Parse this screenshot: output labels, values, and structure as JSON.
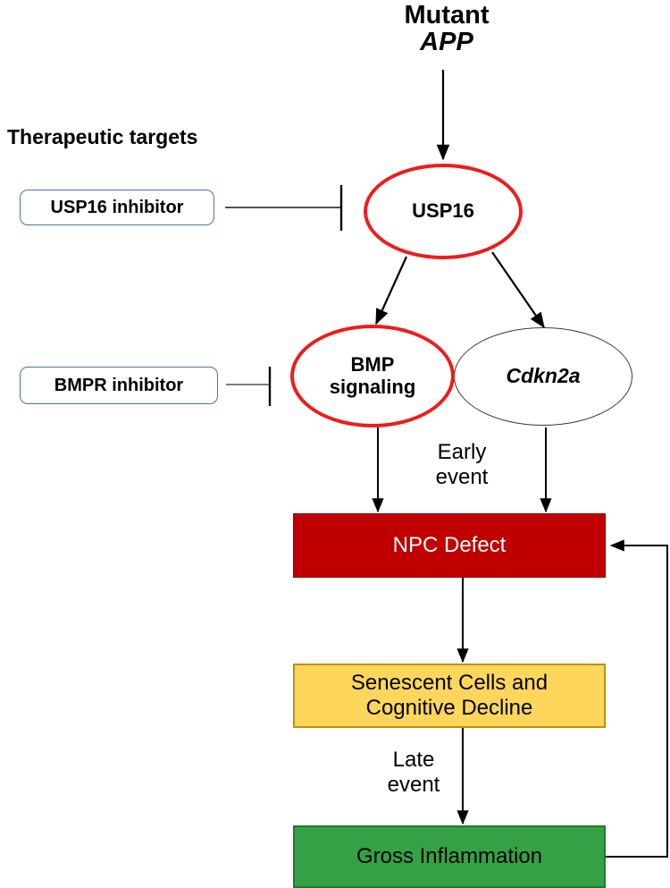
{
  "diagram": {
    "title_line1": "Mutant",
    "title_line2": "APP",
    "section_label": "Therapeutic targets",
    "colors": {
      "inhibitor_border": "#4a72a8",
      "highlight_ellipse": "#ee1c1c",
      "npc_defect_fill": "#C00000",
      "senescent_fill": "#FFD65C",
      "inflammation_fill": "#34A244",
      "arrow": "#000000"
    },
    "therapeutic_targets": [
      {
        "label": "USP16 inhibitor",
        "inhibits": "USP16"
      },
      {
        "label": "BMPR inhibitor",
        "inhibits": "BMP signaling"
      }
    ],
    "nodes": {
      "usp16": {
        "label": "USP16",
        "shape": "ellipse",
        "highlighted": true
      },
      "bmp": {
        "label_line1": "BMP",
        "label_line2": "signaling",
        "shape": "ellipse",
        "highlighted": true
      },
      "cdkn2a": {
        "label": "Cdkn2a",
        "shape": "ellipse",
        "highlighted": false
      },
      "npc_defect": {
        "label": "NPC Defect",
        "shape": "box"
      },
      "senescent": {
        "label_line1": "Senescent Cells and",
        "label_line2": "Cognitive Decline",
        "shape": "box"
      },
      "inflammation": {
        "label": "Gross Inflammation",
        "shape": "box"
      }
    },
    "edge_labels": {
      "early": {
        "line1": "Early",
        "line2": "event"
      },
      "late": {
        "line1": "Late",
        "line2": "event"
      }
    }
  }
}
